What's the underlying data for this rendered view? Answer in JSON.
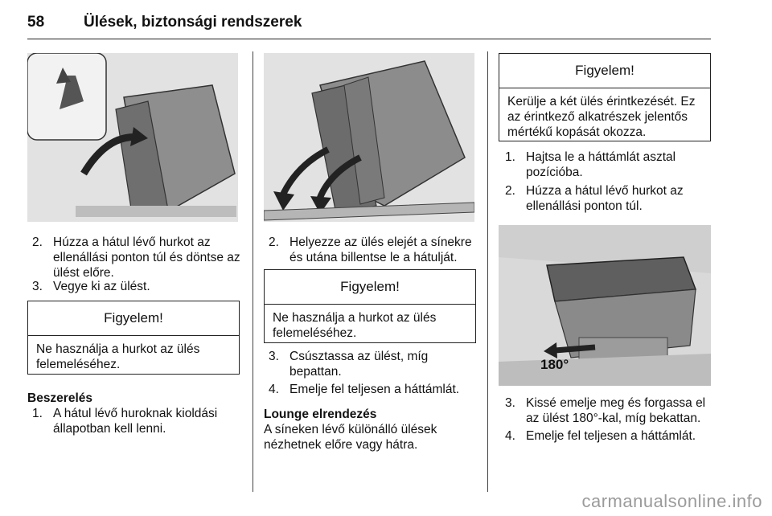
{
  "header": {
    "page_number": "58",
    "title": "Ülések, biztonsági rendszerek"
  },
  "col1": {
    "step2": {
      "num": "2.",
      "text": "Húzza a hátul lévő hurkot az ellenállási ponton túl és döntse az ülést előre."
    },
    "step3": {
      "num": "3.",
      "text": "Vegye ki az ülést."
    },
    "warning": {
      "title": "Figyelem!",
      "text": "Ne használja a hurkot az ülés felemeléséhez."
    },
    "section": {
      "heading": "Beszerelés",
      "step1_num": "1.",
      "step1_text": "A hátul lévő huroknak kioldási állapotban kell lenni."
    }
  },
  "col2": {
    "step2": {
      "num": "2.",
      "text": "Helyezze az ülés elejét a sínekre és utána billentse le a hátulját."
    },
    "warning": {
      "title": "Figyelem!",
      "text": "Ne használja a hurkot az ülés felemeléséhez."
    },
    "step3": {
      "num": "3.",
      "text": "Csúsztassa az ülést, míg bepattan."
    },
    "step4": {
      "num": "4.",
      "text": "Emelje fel teljesen a háttámlát."
    },
    "lounge": {
      "heading": "Lounge elrendezés",
      "text": "A síneken lévő különálló ülések nézhetnek előre vagy hátra."
    }
  },
  "col3": {
    "warning": {
      "title": "Figyelem!",
      "text": "Kerülje a két ülés érintkezését. Ez az érintkező alkatrészek jelentős mértékű kopását okozza."
    },
    "step1": {
      "num": "1.",
      "text": "Hajtsa le a háttámlát asztal pozícióba."
    },
    "step2": {
      "num": "2.",
      "text": "Húzza a hátul lévő hurkot az ellenállási ponton túl."
    },
    "figure_label": "180°",
    "step3": {
      "num": "3.",
      "text": "Kissé emelje meg és forgassa el az ülést 180°-kal, míg bekattan."
    },
    "step4": {
      "num": "4.",
      "text": "Emelje fel teljesen a háttámlát."
    }
  },
  "watermark": "carmanualsonline.info",
  "icons": {
    "fig1": "seat-tilt-forward-illustration",
    "fig2": "seat-rails-install-illustration",
    "fig3": "seat-rotate-illustration"
  }
}
